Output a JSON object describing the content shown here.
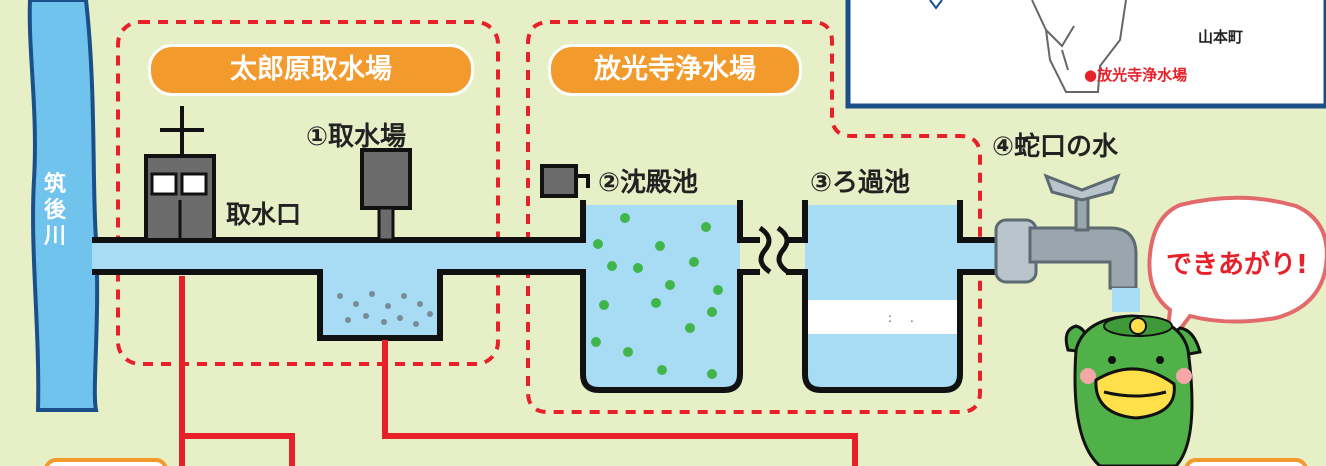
{
  "river": {
    "name": "筑後川"
  },
  "facilities": {
    "intake_station": "太郎原取水場",
    "purification_plant": "放光寺浄水場"
  },
  "labels": {
    "intake_gate": "取水口",
    "step1": "①取水場",
    "step2": "②沈殿池",
    "step3": "③ろ過池",
    "step4": "④蛇口の水"
  },
  "map": {
    "town": "山本町",
    "plant_marker": "●放光寺浄水場"
  },
  "speech_bubble": "できあがり!",
  "colors": {
    "water": "#a8dcf4",
    "river": "#6fc3ec",
    "pipe_outline": "#111111",
    "dashed_border": "#e8202a",
    "pill": "#f39a2c",
    "background": "#e6efc6",
    "particles": "#3fb54a"
  }
}
